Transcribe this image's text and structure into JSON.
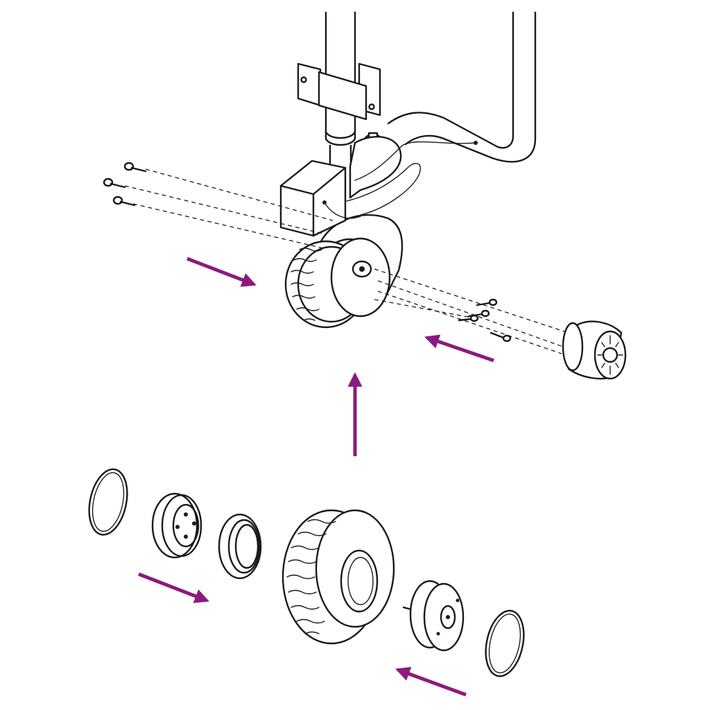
{
  "figure": {
    "kind": "exploded assembly drawing",
    "colors": {
      "line": "#1a1a1a",
      "background": "#ffffff",
      "arrow": "#8b1a7e"
    },
    "arrows": [
      {
        "id": "upper-left-arrow",
        "direction": "right-down"
      },
      {
        "id": "upper-right-arrow",
        "direction": "left-up"
      },
      {
        "id": "center-up-arrow",
        "direction": "up"
      },
      {
        "id": "lower-left-arrow",
        "direction": "right-down"
      },
      {
        "id": "lower-right-arrow",
        "direction": "left-up"
      }
    ],
    "parts": [
      "jockey-wheel-assembly",
      "motor-unit",
      "screw-set-left",
      "screw-set-right",
      "retaining-ring-left",
      "hub-cap-left",
      "bearing-left",
      "tyre",
      "hub-cap-right",
      "retaining-ring-right"
    ]
  }
}
